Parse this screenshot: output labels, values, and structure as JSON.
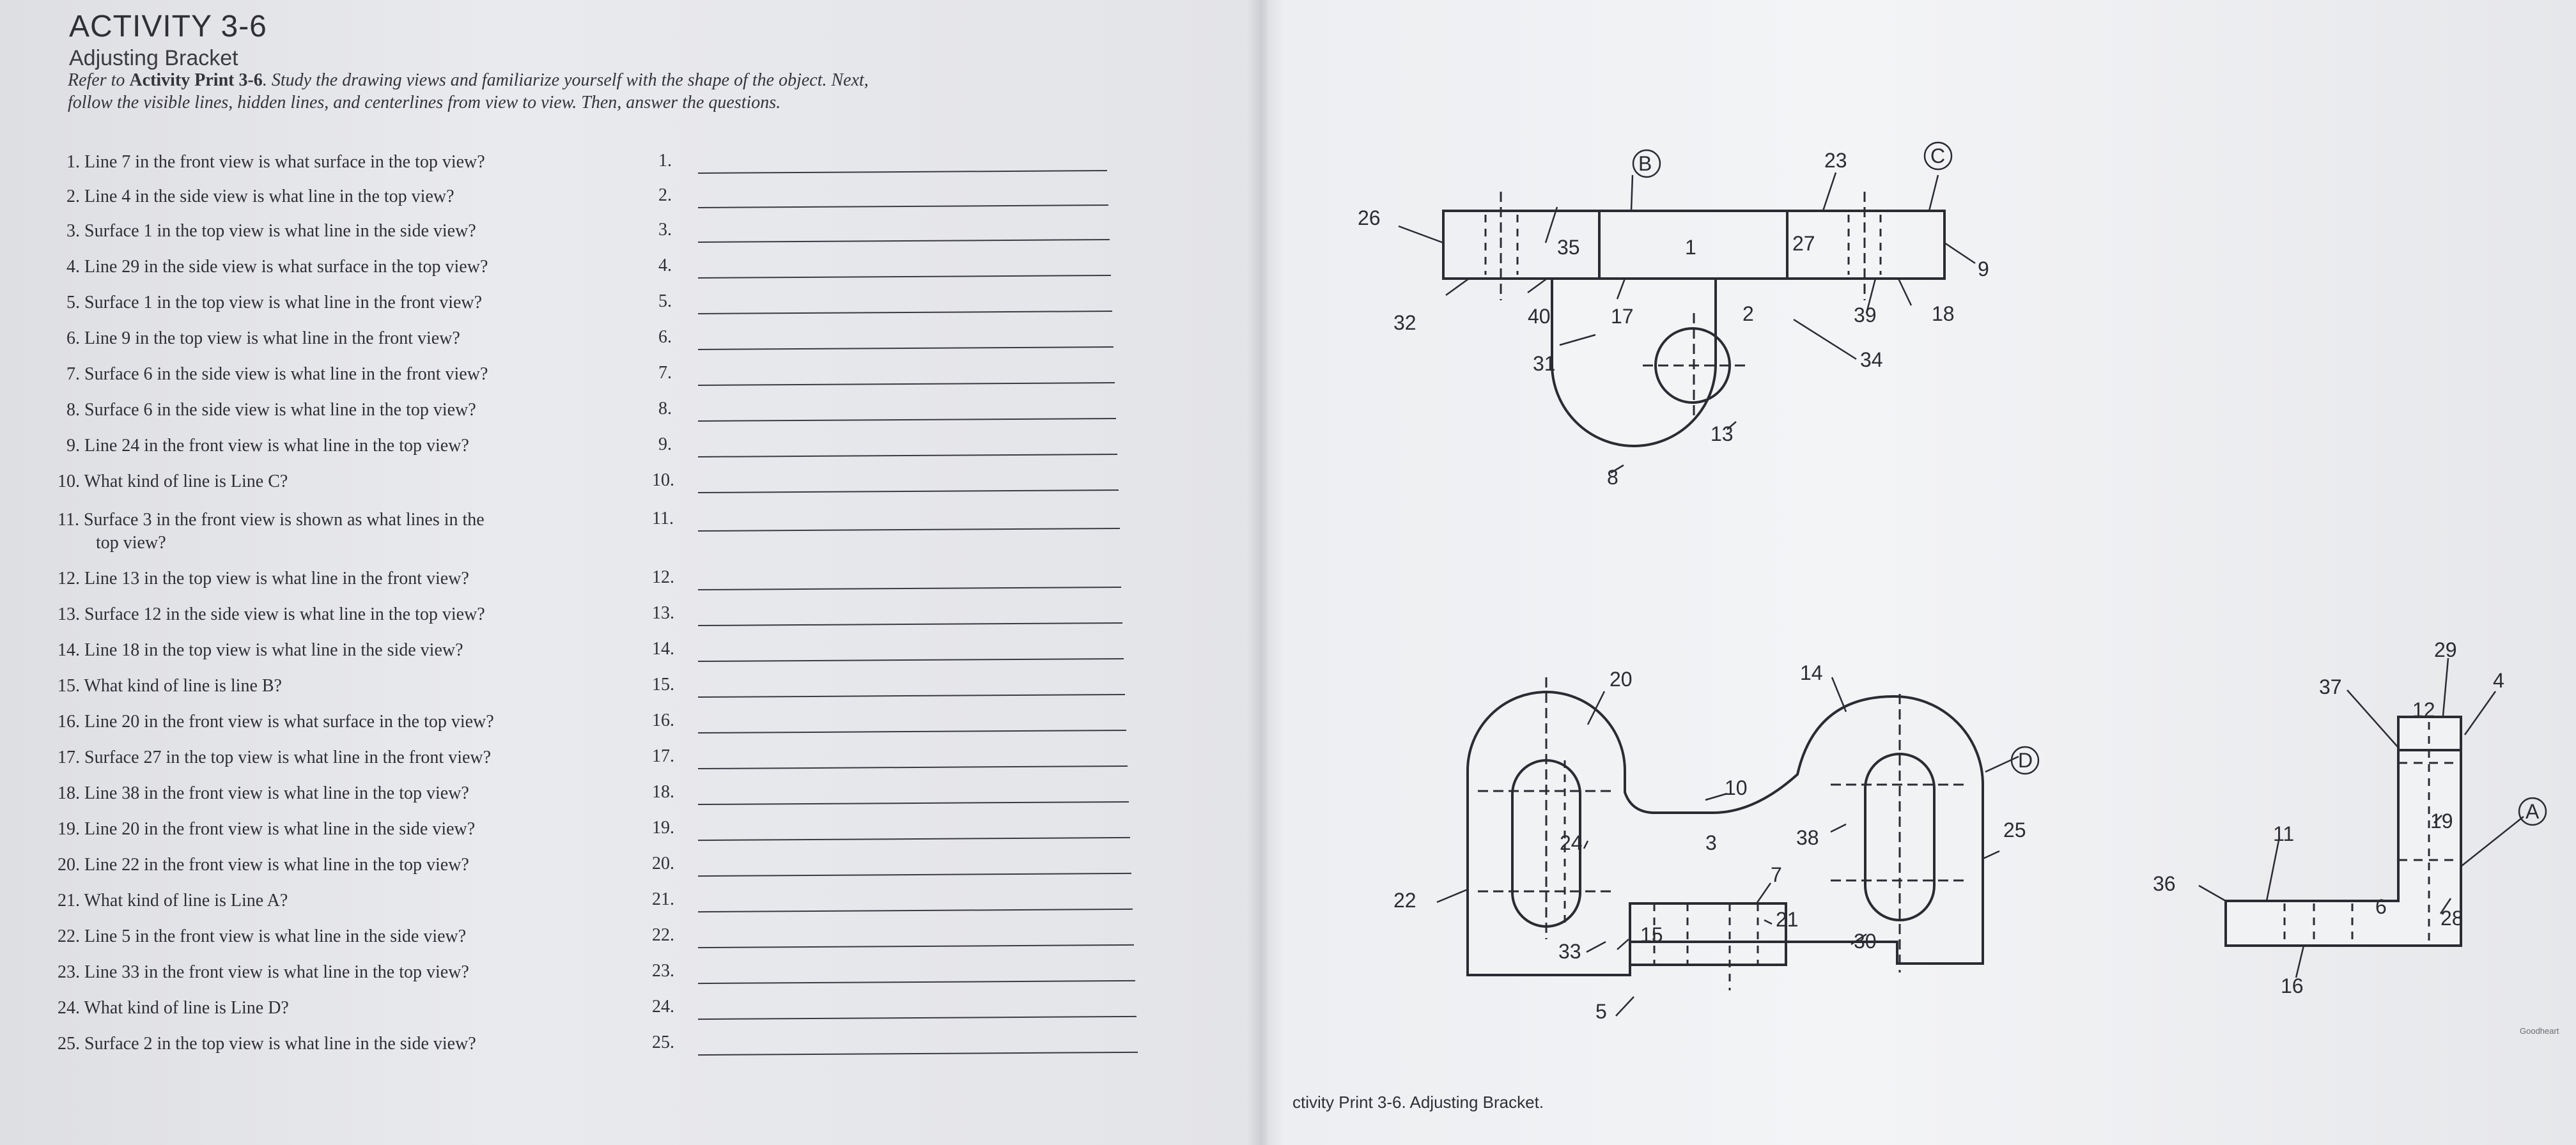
{
  "left_page": {
    "title": "ACTIVITY 3-6",
    "subtitle": "Adjusting Bracket",
    "intro": {
      "prefix": "Refer to ",
      "bold": "Activity Print 3-6",
      "line1_rest": ". Study the drawing views and familiarize yourself with the shape of the object. Next,",
      "line2": "follow the visible lines, hidden lines, and centerlines from view to view. Then, answer the questions."
    },
    "questions": [
      {
        "text": "1.  Line 7 in the front view is what surface in the top view?",
        "num": "1."
      },
      {
        "text": "2.  Line 4 in the side view is what line in the top view?",
        "num": "2."
      },
      {
        "text": "3.  Surface 1 in the top view is what line in the side view?",
        "num": "3."
      },
      {
        "text": "4.  Line 29 in the side view is what surface in the top view?",
        "num": "4."
      },
      {
        "text": "5.  Surface 1 in the top view is what line in the front view?",
        "num": "5."
      },
      {
        "text": "6.  Line 9 in the top view is what line in the front view?",
        "num": "6."
      },
      {
        "text": "7.  Surface 6 in the side view is what line in the front view?",
        "num": "7."
      },
      {
        "text": "8.  Surface 6 in the side view is what line in the top view?",
        "num": "8."
      },
      {
        "text": "9.  Line 24 in the front view is what line in the top view?",
        "num": "9."
      },
      {
        "text": "10.  What kind of line is Line C?",
        "num": "10."
      },
      {
        "text": "11.  Surface 3 in the front view is shown as what lines in the",
        "text2": "top view?",
        "num": "11."
      },
      {
        "text": "12.  Line 13 in the top view is what line in the front view?",
        "num": "12."
      },
      {
        "text": "13.  Surface 12 in the side view is what line in the top view?",
        "num": "13."
      },
      {
        "text": "14.  Line 18 in the top view is what line in the side view?",
        "num": "14."
      },
      {
        "text": "15.  What kind of line is line B?",
        "num": "15."
      },
      {
        "text": "16.  Line 20 in the front view is what surface in the top view?",
        "num": "16."
      },
      {
        "text": "17.  Surface 27 in the top view is what line in the front view?",
        "num": "17."
      },
      {
        "text": "18.  Line 38 in the front view is what line in the top view?",
        "num": "18."
      },
      {
        "text": "19.  Line 20 in the front view is what line in the side view?",
        "num": "19."
      },
      {
        "text": "20.  Line 22 in the front view is what line in the top view?",
        "num": "20."
      },
      {
        "text": "21.  What kind of line is Line A?",
        "num": "21."
      },
      {
        "text": "22.  Line 5 in the front view is what line in the side view?",
        "num": "22."
      },
      {
        "text": "23.  Line 33 in the front view is what line in the top view?",
        "num": "23."
      },
      {
        "text": "24.  What kind of line is Line D?",
        "num": "24."
      },
      {
        "text": "25.  Surface 2 in the top view is what line in the side view?",
        "num": "25."
      }
    ]
  },
  "right_page": {
    "caption": "ctivity Print 3-6. Adjusting Bracket.",
    "corner_text": "Goodheart",
    "top_view_labels": {
      "B": "B",
      "C": "C",
      "n23": "23",
      "n26": "26",
      "n35": "35",
      "n1": "1",
      "n27": "27",
      "n9": "9",
      "n32": "32",
      "n40": "40",
      "n17": "17",
      "n2": "2",
      "n39": "39",
      "n18": "18",
      "n31": "31",
      "n34": "34",
      "n13": "13",
      "n8": "8"
    },
    "front_view_labels": {
      "n20": "20",
      "n14": "14",
      "D": "D",
      "n10": "10",
      "n24": "24",
      "n3": "3",
      "n38": "38",
      "n25": "25",
      "n22": "22",
      "n7": "7",
      "n15": "15",
      "n21": "21",
      "n33": "33",
      "n30": "30",
      "n5": "5"
    },
    "side_view_labels": {
      "n29": "29",
      "n37": "37",
      "n4": "4",
      "n12": "12",
      "A": "A",
      "n19": "19",
      "n11": "11",
      "n36": "36",
      "n6": "6",
      "n28": "28",
      "n16": "16"
    }
  }
}
